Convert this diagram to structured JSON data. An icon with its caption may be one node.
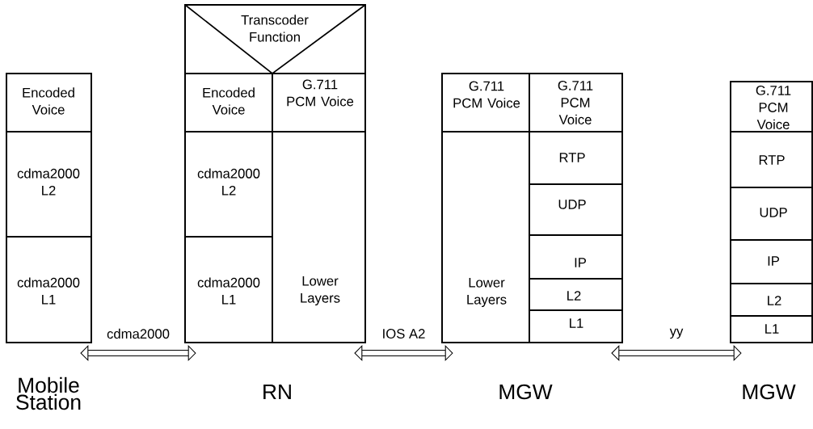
{
  "diagram": {
    "nodes": [
      {
        "text": [
          "Mobile Station"
        ]
      },
      {
        "text": [
          "Encoded Voice"
        ],
        "in": 0
      },
      {
        "text": [
          "cdma2000 L2"
        ],
        "in": 0
      },
      {
        "text": [
          "cdma2000 L1"
        ],
        "in": 0
      },
      {
        "text": [
          "RN"
        ]
      },
      {
        "text": [
          "Transcoder Function"
        ],
        "in": 4
      },
      {
        "text": [
          "Encoded Voice"
        ],
        "in": 4
      },
      {
        "text": [
          "G.711 PCM Voice"
        ],
        "in": 4
      },
      {
        "text": [
          "cdma2000 L2"
        ],
        "in": 4
      },
      {
        "text": [
          "cdma2000 L1"
        ],
        "in": 4
      },
      {
        "text": [
          "Lower Layers"
        ],
        "in": 4
      },
      {
        "text": [
          "MGW"
        ]
      },
      {
        "text": [
          "G.711 PCM Voice"
        ],
        "in": 11
      },
      {
        "text": [
          "G.711 PCM Voice"
        ],
        "in": 11
      },
      {
        "text": [
          "Lower Layers"
        ],
        "in": 11
      },
      {
        "text": [
          "RTP"
        ],
        "in": 11
      },
      {
        "text": [
          "UDP"
        ],
        "in": 11
      },
      {
        "text": [
          "IP"
        ],
        "in": 11
      },
      {
        "text": [
          "L2"
        ],
        "in": 11
      },
      {
        "text": [
          "L1"
        ],
        "in": 11
      },
      {
        "text": [
          "MGW"
        ]
      },
      {
        "text": [
          "G.711 PCM Voice"
        ],
        "in": 20
      },
      {
        "text": [
          "RTP"
        ],
        "in": 20
      },
      {
        "text": [
          "UDP"
        ],
        "in": 20
      },
      {
        "text": [
          "IP"
        ],
        "in": 20
      },
      {
        "text": [
          "L2"
        ],
        "in": 20
      },
      {
        "text": [
          "L1"
        ],
        "in": 20
      }
    ],
    "edges": [
      {
        "from": 0,
        "to": 4,
        "arrow": "both",
        "label": "cdma2000"
      },
      {
        "from": 4,
        "to": 11,
        "arrow": "both",
        "label": "IOS A2"
      },
      {
        "from": 11,
        "to": 20,
        "arrow": "both",
        "label": "yy"
      }
    ]
  }
}
